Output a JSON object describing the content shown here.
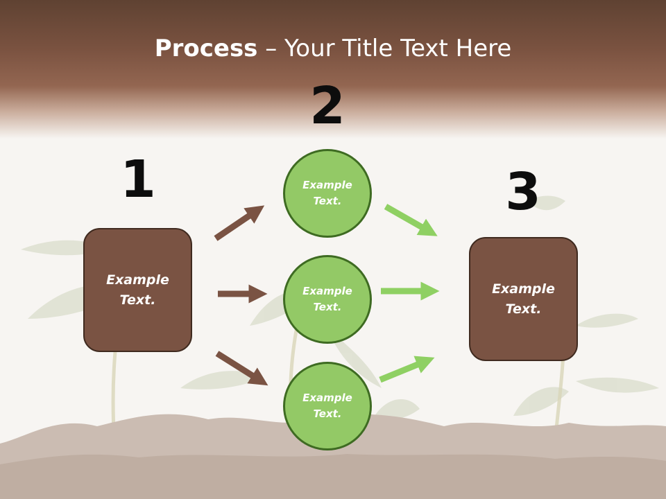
{
  "slide": {
    "title_bold": "Process",
    "title_rest": " – Your Title Text Here"
  },
  "steps": [
    {
      "number": "1",
      "text": "Example Text."
    },
    {
      "number": "2",
      "text": "Example Text."
    },
    {
      "number": "3",
      "text": "Example Text."
    }
  ],
  "circles": [
    {
      "text": "Example Text."
    },
    {
      "text": "Example Text."
    },
    {
      "text": "Example Text."
    }
  ],
  "colors": {
    "brown": "#7a5343",
    "green": "#93c966",
    "green_border": "#3e6b22",
    "arrow_brown": "#7a5343",
    "arrow_green": "#8fd063"
  }
}
